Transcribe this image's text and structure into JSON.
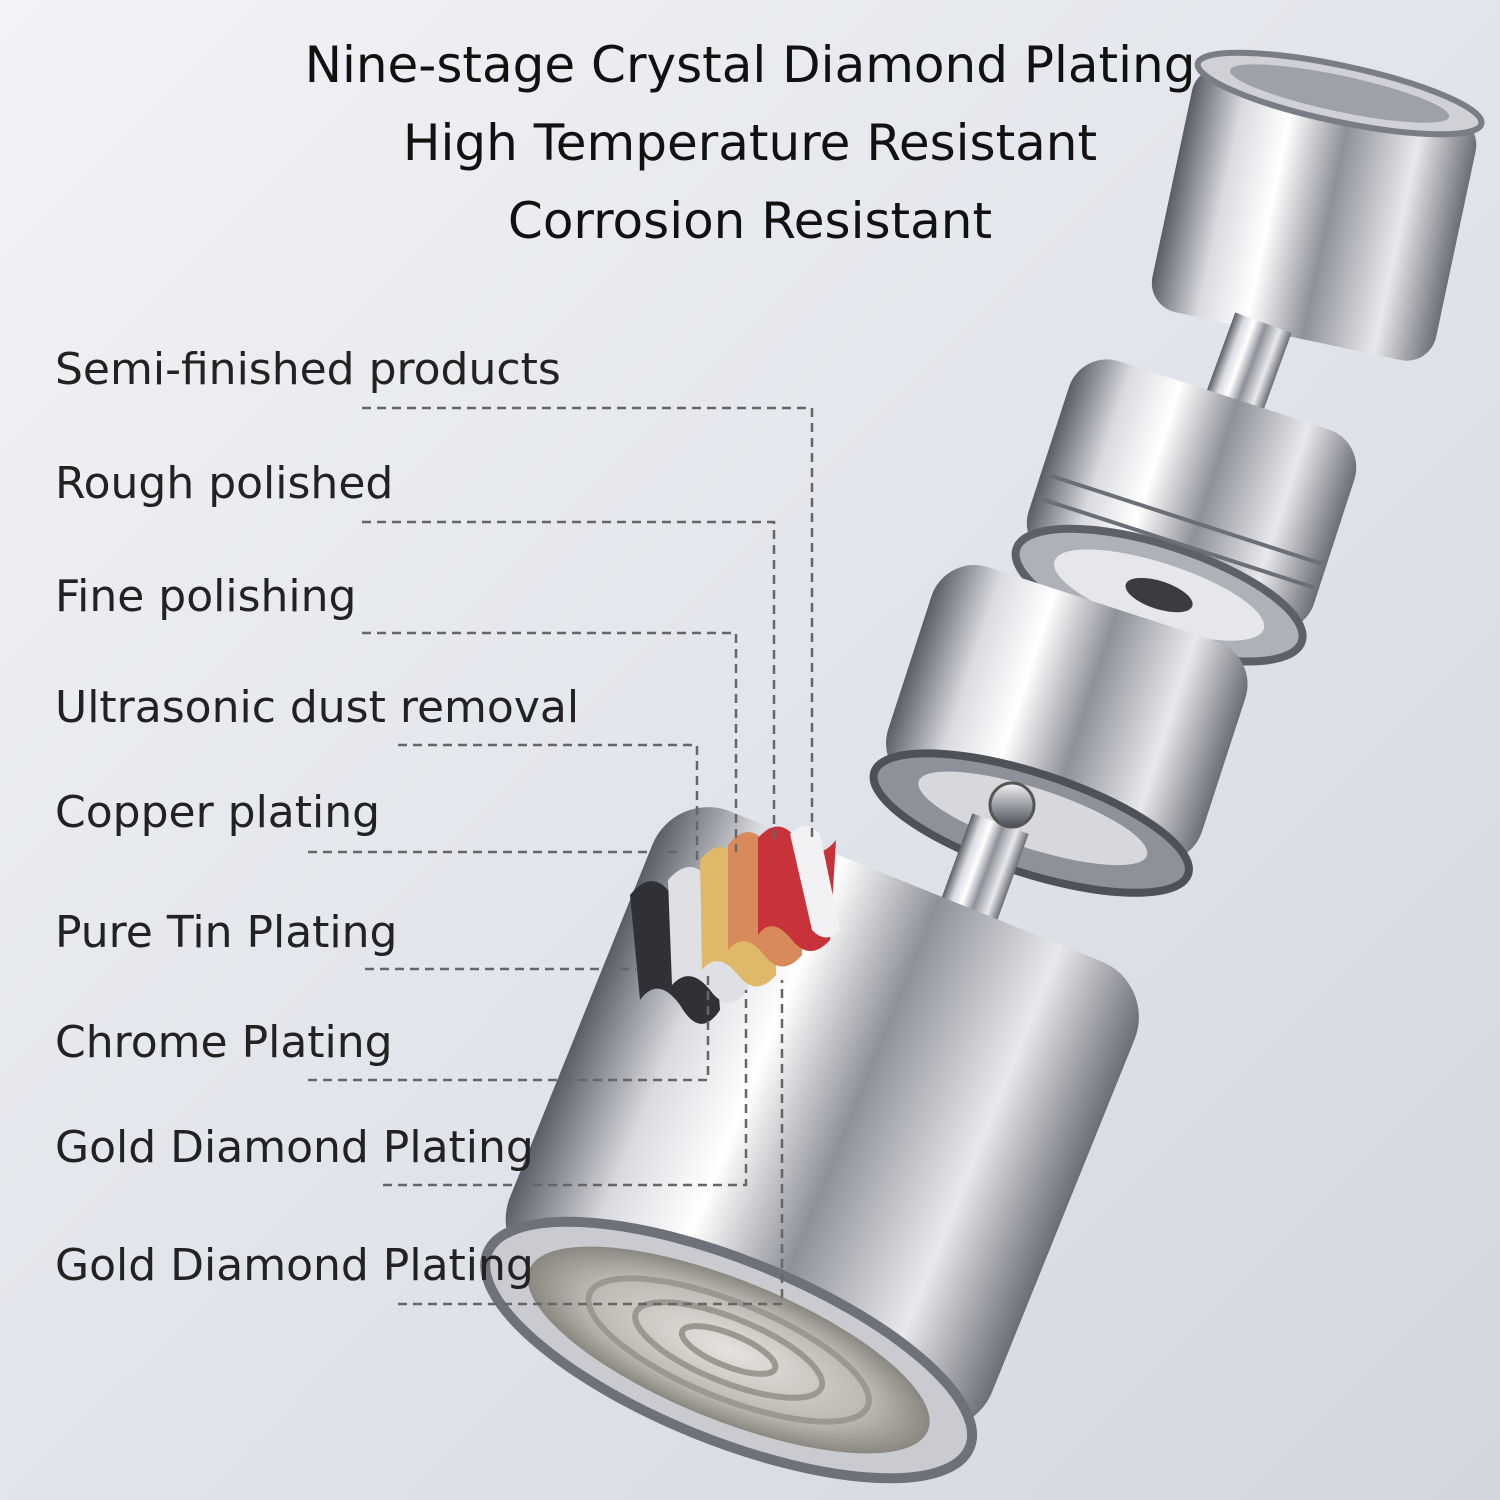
{
  "headlines": [
    "Nine-stage Crystal Diamond Plating",
    "High Temperature Resistant",
    "Corrosion Resistant"
  ],
  "stages": [
    "Semi-finished products",
    "Rough polished",
    "Fine polishing",
    "Ultrasonic dust removal",
    "Copper plating",
    "Pure Tin Plating",
    "Chrome Plating",
    "Gold Diamond Plating",
    "Gold Diamond Plating"
  ],
  "colors": {
    "text": "#222222",
    "leader": "#666666",
    "chrome_light": "#f4f4f6",
    "chrome_dark": "#4a4d55",
    "copper": "#d98a5a",
    "gold": "#e0b86a",
    "red_layer": "#c8323a"
  }
}
